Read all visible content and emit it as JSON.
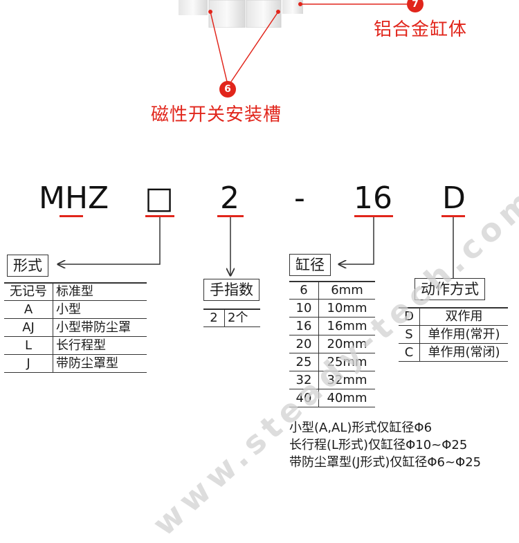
{
  "callouts": [
    {
      "badge": "7",
      "label": "铝合金缸体"
    },
    {
      "badge": "6",
      "label": "磁性开关安装槽"
    }
  ],
  "model_code": [
    "MHZ",
    "□",
    "2",
    "-",
    "16",
    "D"
  ],
  "form_table": {
    "title": "形式",
    "rows": [
      [
        "无记号",
        "标准型"
      ],
      [
        "A",
        "小型"
      ],
      [
        "AJ",
        "小型带防尘罩"
      ],
      [
        "L",
        "长行程型"
      ],
      [
        "J",
        "带防尘罩型"
      ]
    ]
  },
  "finger_table": {
    "title": "手指数",
    "rows": [
      [
        "2",
        "2个"
      ]
    ]
  },
  "bore_table": {
    "title": "缸径",
    "rows": [
      [
        "6",
        "6mm"
      ],
      [
        "10",
        "10mm"
      ],
      [
        "16",
        "16mm"
      ],
      [
        "20",
        "20mm"
      ],
      [
        "25",
        "25mm"
      ],
      [
        "32",
        "32mm"
      ],
      [
        "40",
        "40mm"
      ]
    ]
  },
  "action_table": {
    "title": "动作方式",
    "rows": [
      [
        "D",
        "双作用"
      ],
      [
        "S",
        "单作用(常开)"
      ],
      [
        "C",
        "单作用(常闭)"
      ]
    ]
  },
  "notes": [
    "小型(A,AL)形式仅缸径Φ6",
    "长行程(L形式)仅缸径Φ10~Φ25",
    "带防尘罩型(J形式)仅缸径Φ6~Φ25"
  ],
  "watermark": "www.steady-tech.com"
}
